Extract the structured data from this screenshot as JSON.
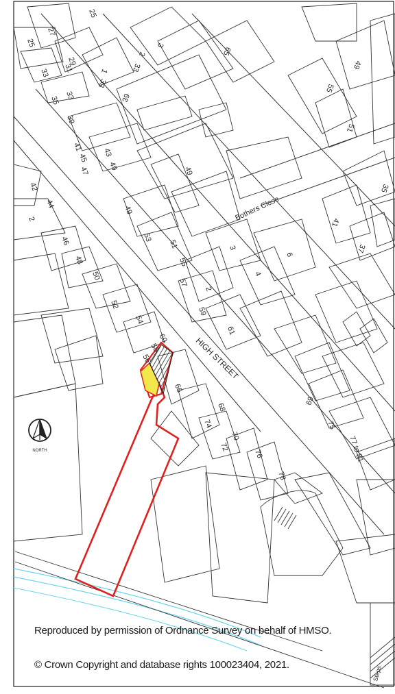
{
  "map": {
    "street_name": "HIGH STREET",
    "close_name": "Bothers Close",
    "north_label": "NORTH",
    "steps_label": "Steps",
    "boundary_color": "#e0201c",
    "highlight_color": "#f2e84a",
    "water_color": "#6fd6ea",
    "house_numbers": [
      "25",
      "27",
      "25",
      "29",
      "31",
      "33",
      "33",
      "35",
      "3",
      "2",
      "33",
      "1",
      "33",
      "39",
      "39",
      "41",
      "43",
      "49",
      "45",
      "47",
      "49",
      "65",
      "49",
      "55",
      "51",
      "35",
      "41",
      "37",
      "42",
      "44",
      "2",
      "46",
      "48",
      "50",
      "52",
      "54",
      "56",
      "58",
      "60",
      "49",
      "53",
      "51",
      "55",
      "57",
      "3",
      "6",
      "4",
      "2",
      "59",
      "61",
      "66",
      "68",
      "74",
      "70",
      "72",
      "76",
      "78",
      "69",
      "75",
      "77 to 81"
    ]
  },
  "credits": {
    "line1": "Reproduced by permission of Ordnance Survey on behalf of HMSO.",
    "line2": "© Crown Copyright and database rights 100023404, 2021."
  }
}
